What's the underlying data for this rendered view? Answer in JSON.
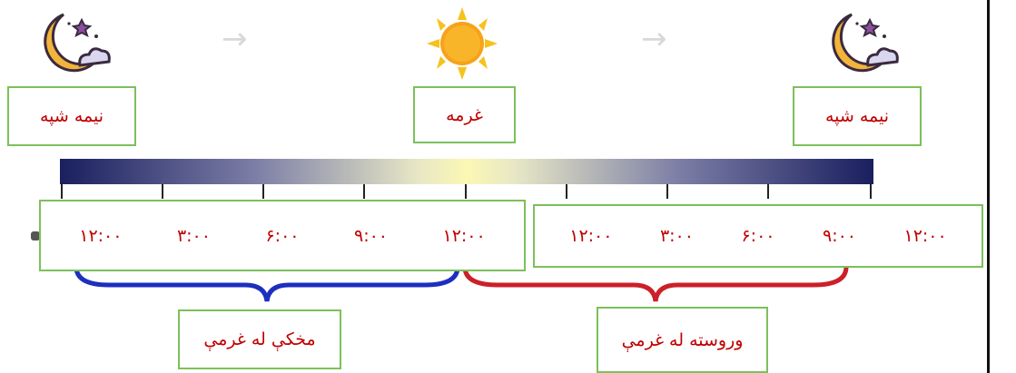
{
  "colors": {
    "box_border": "#7cc05a",
    "label_text": "#c00000",
    "night": "#1a1f5e",
    "day": "#fbf7b4",
    "before_brace": "#1d2fbf",
    "after_brace": "#cc2028"
  },
  "icons": {
    "left": "moon-star-cloud-icon",
    "center": "sun-icon",
    "right": "moon-star-cloud-icon",
    "arrows": "arrow-right-icon"
  },
  "labels": {
    "midnight_left": "نیمه شپه",
    "noon": "غرمه",
    "midnight_right": "نیمه شپه",
    "before_noon": "مخکې له غرمې",
    "after_noon": "وروسته له غرمې"
  },
  "times_left": [
    "۱۲:۰۰",
    "۳:۰۰",
    "۶:۰۰",
    "۹:۰۰",
    "۱۲:۰۰"
  ],
  "times_right": [
    "۱۲:۰۰",
    "۳:۰۰",
    "۶:۰۰",
    "۹:۰۰",
    "۱۲:۰۰"
  ]
}
